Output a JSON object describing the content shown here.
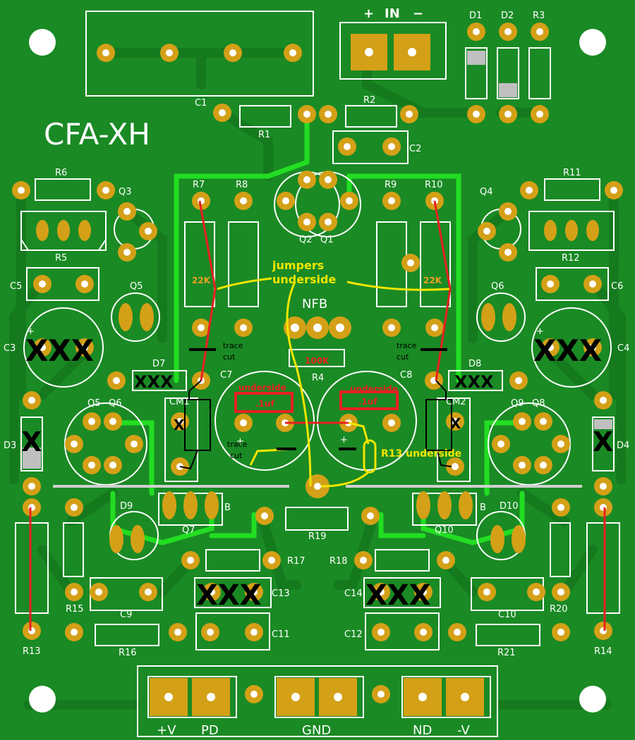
{
  "board": {
    "title": "CFA-XH",
    "colors": {
      "board": "#1a8a24",
      "trace": "#158020",
      "silk": "#ffffff",
      "pad": "#d4a017",
      "jumper_red": "#e82020",
      "yellow": "#f2e600",
      "green_jumper": "#22dd22",
      "mark": "#000000"
    }
  },
  "labels": {
    "in_plus": "+",
    "in": "IN",
    "in_minus": "−",
    "nfb": "NFB",
    "r4_value": "100K",
    "r7_value": "22K",
    "r10_value": "22K",
    "jumpers_line1": "jumpers",
    "jumpers_line2": "underside",
    "trace_cut": "trace",
    "trace_cut2": "cut",
    "underside": "underside",
    "c7_value": ".1uf",
    "c8_value": ".1uf",
    "r13_underside": "R13 underside",
    "bottom_plus_v": "+V",
    "bottom_pd": "PD",
    "bottom_gnd": "GND",
    "bottom_nd": "ND",
    "bottom_minus_v": "-V",
    "mark_xxx": "XXX",
    "mark_x": "X",
    "plus": "+",
    "b": "B"
  },
  "refs": {
    "C1": "C1",
    "R1": "R1",
    "R2": "R2",
    "C2": "C2",
    "D1": "D1",
    "D2": "D2",
    "R3": "R3",
    "R6": "R6",
    "Q3": "Q3",
    "R5": "R5",
    "R7": "R7",
    "R8": "R8",
    "Q2": "Q2",
    "Q1": "Q1",
    "R9": "R9",
    "R10": "R10",
    "Q4": "Q4",
    "R11": "R11",
    "R12": "R12",
    "C5": "C5",
    "Q5top": "Q5",
    "Q6top": "Q6",
    "C6": "C6",
    "C3": "C3",
    "C4": "C4",
    "D7": "D7",
    "D8": "D8",
    "C7": "C7",
    "C8": "C8",
    "R4": "R4",
    "CM1": "CM1",
    "CM2": "CM2",
    "Q5": "Q5",
    "Q6": "Q6",
    "Q9": "Q9",
    "Q8": "Q8",
    "D3": "D3",
    "D4": "D4",
    "D9": "D9",
    "Q7": "Q7",
    "R19": "R19",
    "Q10": "Q10",
    "D10": "D10",
    "R17": "R17",
    "R18": "R18",
    "C13": "C13",
    "C14": "C14",
    "R15": "R15",
    "C9": "C9",
    "C10": "C10",
    "R20": "R20",
    "C11": "C11",
    "C12": "C12",
    "R13": "R13",
    "R16": "R16",
    "R21": "R21",
    "R14": "R14"
  }
}
